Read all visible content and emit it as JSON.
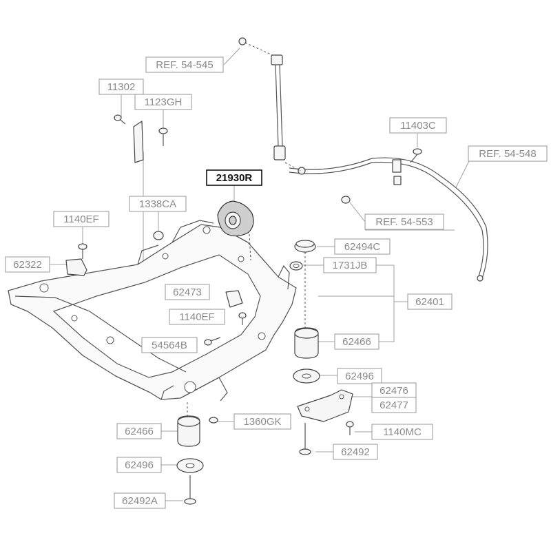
{
  "labels": {
    "ref_54_545": "REF. 54-545",
    "p11302": "11302",
    "p1123GH": "1123GH",
    "p1338CA": "1338CA",
    "p1140EF_left": "1140EF",
    "p62322": "62322",
    "p21930R": "21930R",
    "p11403C": "11403C",
    "ref_54_548": "REF. 54-548",
    "ref_54_553": "REF. 54-553",
    "p62494C": "62494C",
    "p1731JB": "1731JB",
    "p62473": "62473",
    "p62401": "62401",
    "p1140EF_mid": "1140EF",
    "p54564B": "54564B",
    "p62466_right": "62466",
    "p62496_right": "62496",
    "p62476": "62476",
    "p62477": "62477",
    "p1360GK": "1360GK",
    "p62466_left": "62466",
    "p1140MC": "1140MC",
    "p62492": "62492",
    "p62496_left": "62496",
    "p62492A": "62492A"
  },
  "highlight_color": "#111111",
  "label_color": "#8a8a8a"
}
